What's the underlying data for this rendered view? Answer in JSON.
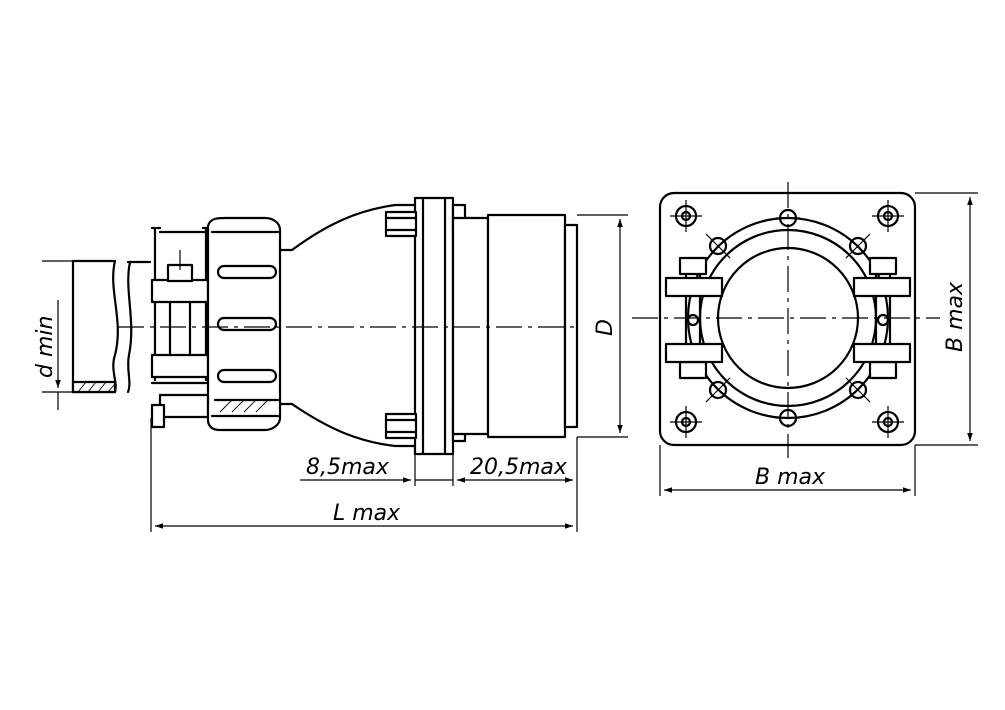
{
  "labels": {
    "d_min": "d min",
    "D": "D",
    "dim_8_5": "8,5max",
    "dim_20_5": "20,5max",
    "L_max": "L max",
    "B_max_vertical": "B max",
    "B_max_horizontal": "B max"
  }
}
